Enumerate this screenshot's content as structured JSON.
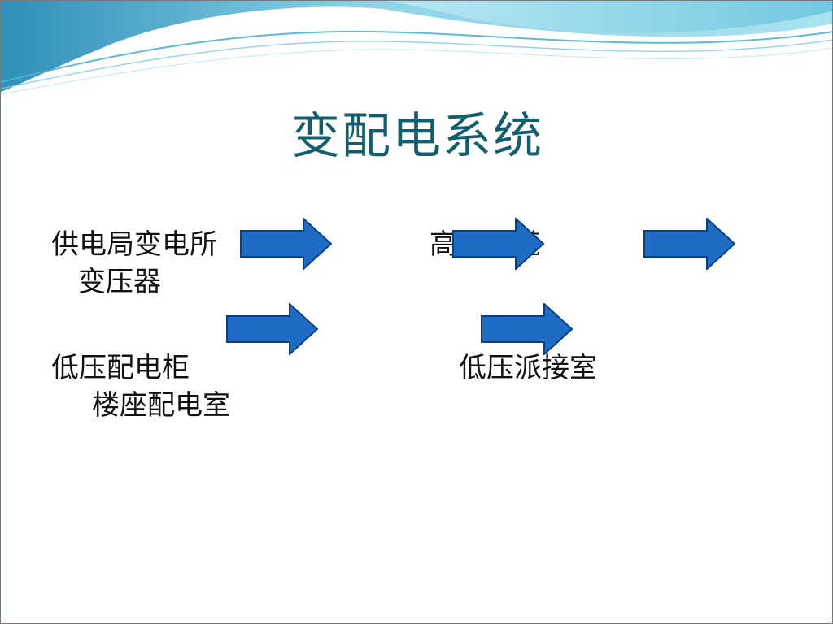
{
  "title": "变配电系统",
  "nodes": {
    "n1_line1": "供电局变电所",
    "n1_line2": "变压器",
    "n2": "高压电缆",
    "n3": "低压配电柜",
    "n4": "低压派接室",
    "n5": "楼座配电室"
  },
  "colors": {
    "title": "#0f5f6e",
    "arrow_fill": "#1f6cc4",
    "arrow_stroke": "#0d3f80",
    "wave_primary": "#79c9e0",
    "wave_secondary": "#3aa7c8"
  }
}
